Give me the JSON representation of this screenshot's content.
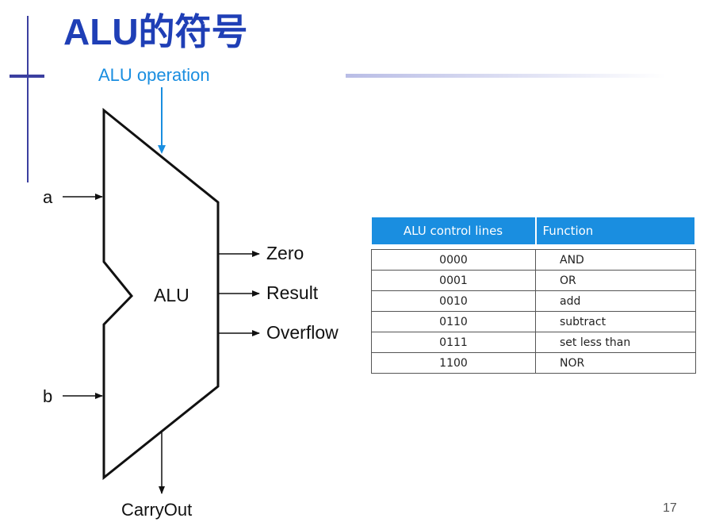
{
  "slide": {
    "title": "ALU的符号",
    "page_number": "17",
    "accent_color": "#1f3fb6"
  },
  "diagram": {
    "block_label": "ALU",
    "control_input": "ALU operation",
    "inputs": [
      "a",
      "b"
    ],
    "outputs": [
      "Zero",
      "Result",
      "Overflow"
    ],
    "carry_out": "CarryOut",
    "control_color": "#1a8ee0"
  },
  "table": {
    "headers": [
      "ALU control lines",
      "Function"
    ],
    "header_color": "#1a8ee0",
    "rows": [
      [
        "0000",
        "AND"
      ],
      [
        "0001",
        "OR"
      ],
      [
        "0010",
        "add"
      ],
      [
        "0110",
        "subtract"
      ],
      [
        "0111",
        "set less than"
      ],
      [
        "1100",
        "NOR"
      ]
    ]
  }
}
